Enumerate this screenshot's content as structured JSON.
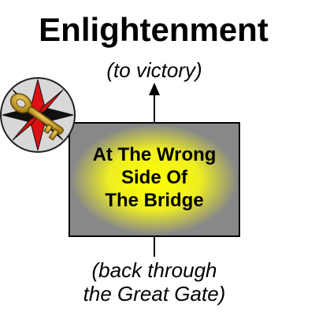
{
  "page": {
    "title": "Enlightenment"
  },
  "room": {
    "name_lines": [
      "At The Wrong",
      "Side Of",
      "The Bridge"
    ]
  },
  "exits": {
    "north": "(to victory)",
    "south_lines": [
      "(back through",
      "the Great Gate)"
    ]
  },
  "icon": {
    "name": "compass-key-icon"
  },
  "colors": {
    "room_fill": "#888888",
    "room_glow": "#ffff00",
    "compass_red": "#dd1111",
    "compass_dark": "#111111",
    "compass_bg": "#d8d8d8",
    "key_gold": "#c8a020"
  }
}
